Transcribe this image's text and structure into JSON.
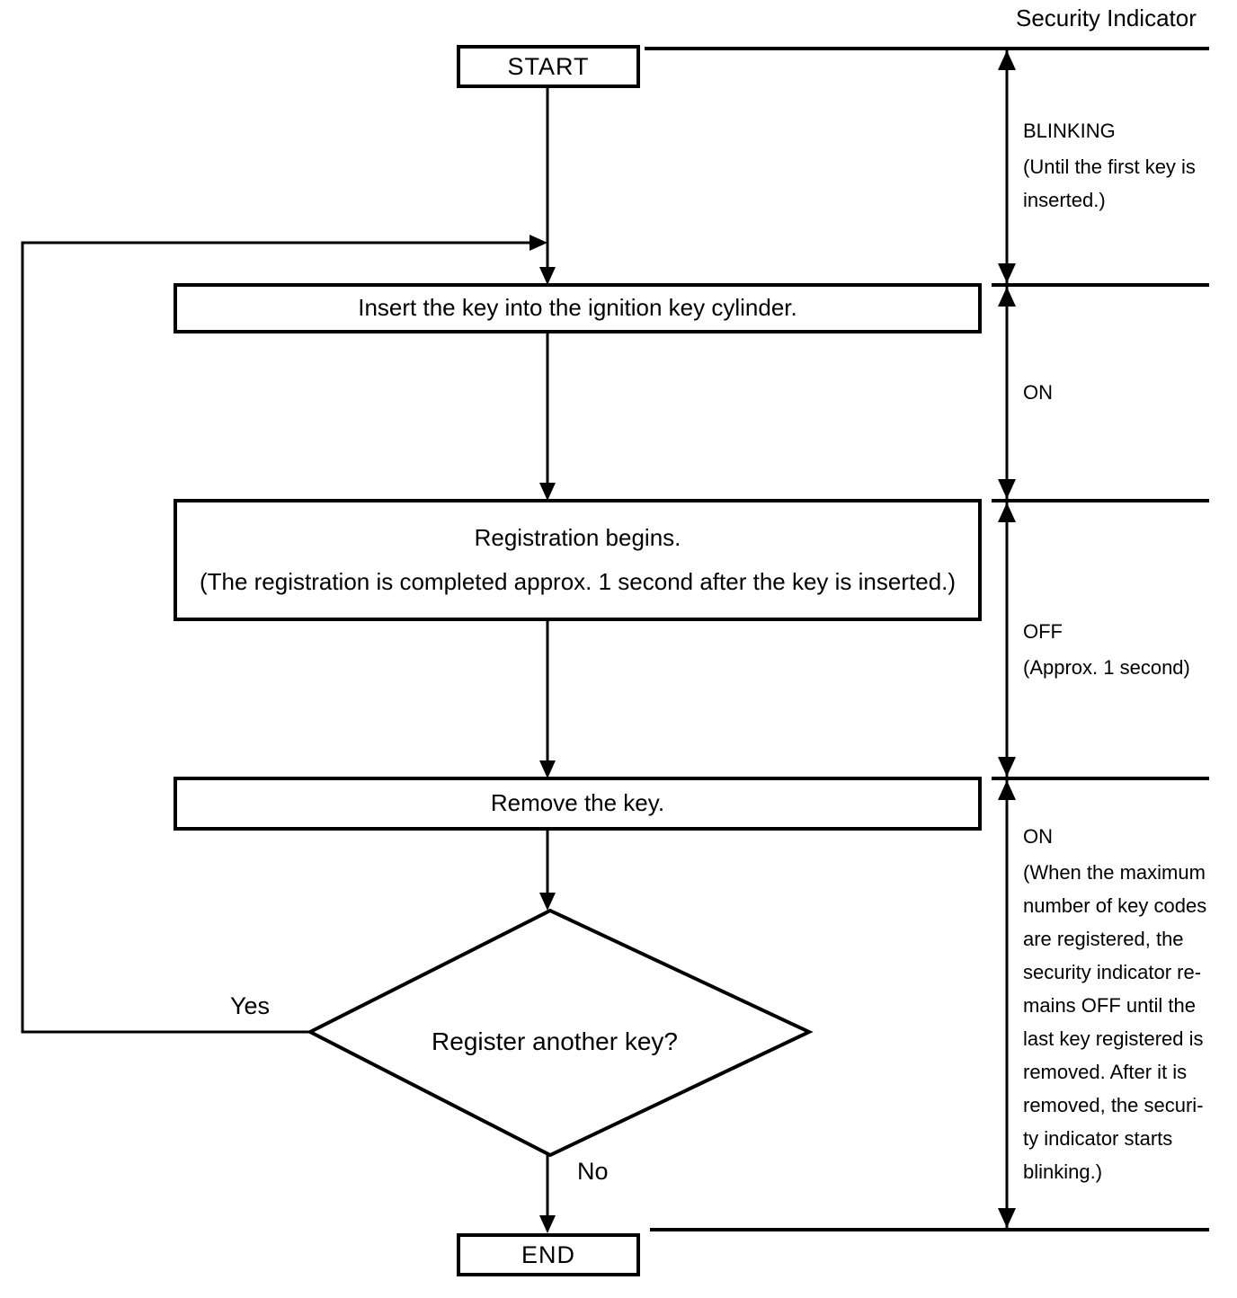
{
  "title": "Security Indicator",
  "flow": {
    "start": "START",
    "insert": "Insert the key into the ignition key cylinder.",
    "registration_line1": "Registration begins.",
    "registration_line2": "(The registration is completed approx. 1 second after the key is inserted.)",
    "remove": "Remove the key.",
    "decision": "Register another key?",
    "yes_label": "Yes",
    "no_label": "No",
    "end": "END"
  },
  "indicator": {
    "segments": [
      {
        "state": "BLINKING",
        "detail_lines": [
          "(Until the first key is",
          "inserted.)"
        ]
      },
      {
        "state": "ON",
        "detail_lines": []
      },
      {
        "state": "OFF",
        "detail_lines": [
          "(Approx. 1 second)"
        ]
      },
      {
        "state": "ON",
        "detail_lines": [
          "(When the maximum",
          "number of key codes",
          "are  registered,  the",
          "security indicator re-",
          "mains OFF until the",
          "last key registered is",
          "removed. After it is",
          "removed, the securi-",
          "ty indicator starts",
          "blinking.)"
        ]
      }
    ]
  },
  "colors": {
    "line": "#000000",
    "background": "#ffffff"
  }
}
